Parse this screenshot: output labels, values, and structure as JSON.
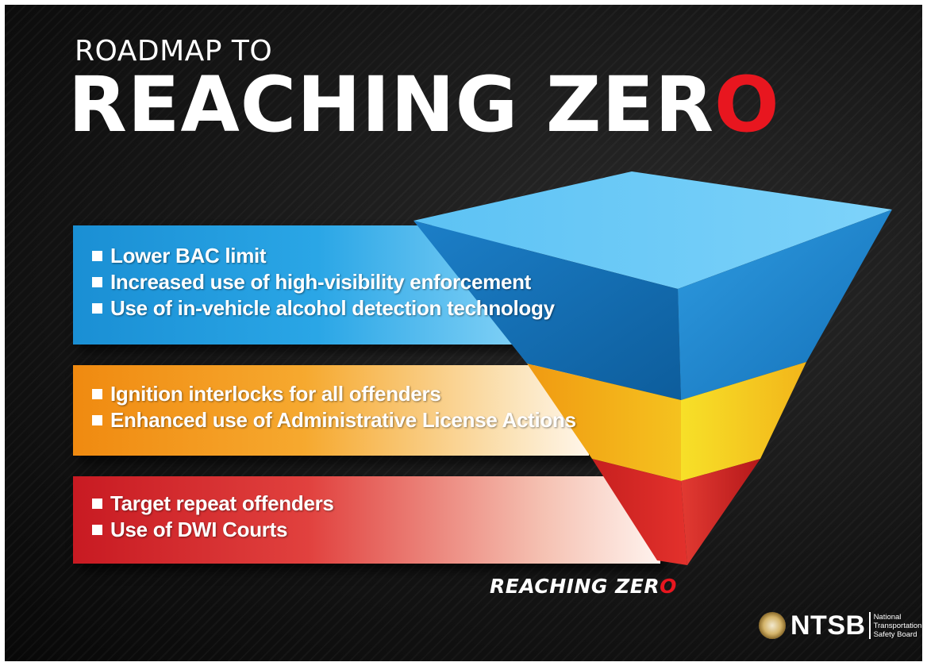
{
  "title": {
    "line1": "ROADMAP TO",
    "line2_white": "REACHING ZER",
    "line2_red": "O"
  },
  "tiers": {
    "blue": {
      "color": "#2aa6e6",
      "items": [
        "Lower BAC limit",
        "Increased use of high-visibility enforcement",
        "Use of in-vehicle alcohol detection technology"
      ]
    },
    "orange": {
      "color": "#f6a92f",
      "items": [
        "Ignition interlocks for all offenders",
        "Enhanced use of Administrative License Actions"
      ]
    },
    "red": {
      "color": "#e1413e",
      "items": [
        "Target repeat offenders",
        "Use of DWI Courts"
      ]
    }
  },
  "tagline": {
    "white": "REACHING ZER",
    "red": "O"
  },
  "logo": {
    "mark": "NTSB",
    "lines": [
      "National",
      "Transportation",
      "Safety Board"
    ],
    "seal_icon": "ntsb-seal-icon"
  },
  "colors": {
    "accent_red": "#e8161f",
    "background": "#101010"
  }
}
